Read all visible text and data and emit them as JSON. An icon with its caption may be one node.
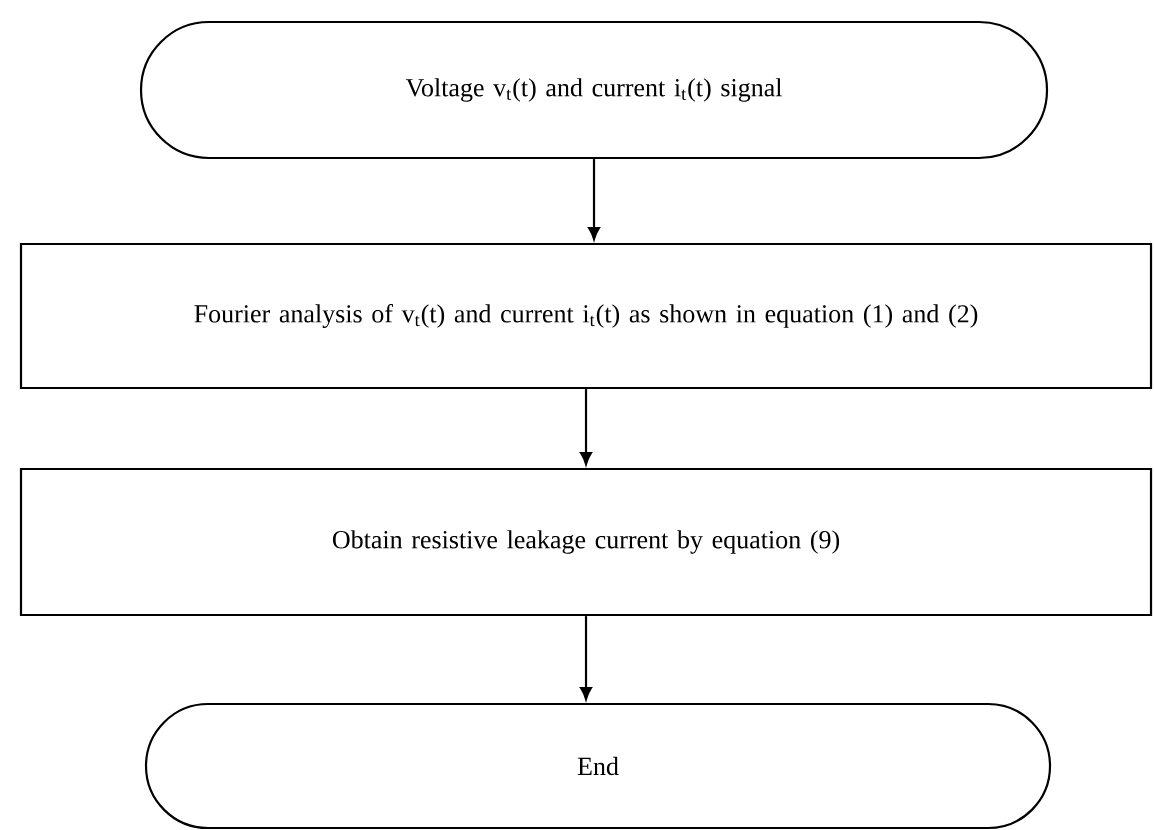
{
  "diagram": {
    "nodes": [
      {
        "text": [
          "Voltage v$_{t}$(t) and current i$_{t}$(t) signal"
        ]
      },
      {
        "text": [
          "Fourier analysis of v$_{t}$(t) and current i$_{t}$(t) as shown in equation (1) and (2)"
        ]
      },
      {
        "text": [
          "Obtain resistive leakage current by equation (9)"
        ]
      },
      {
        "text": [
          "End"
        ]
      }
    ],
    "edges": [
      {
        "from": 0,
        "to": 1,
        "arrow": "to"
      },
      {
        "from": 1,
        "to": 2,
        "arrow": "to"
      },
      {
        "from": 2,
        "to": 3,
        "arrow": "to"
      }
    ]
  }
}
